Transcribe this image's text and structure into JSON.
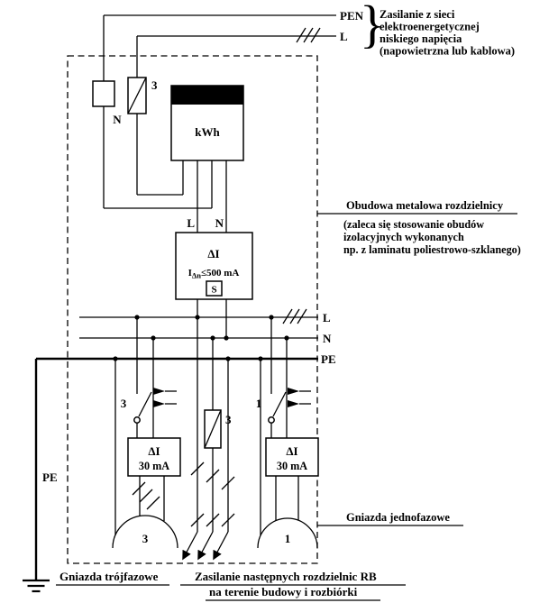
{
  "supply": {
    "pen_label": "PEN",
    "l_label": "L",
    "brace": "}",
    "note_lines": [
      "Zasilanie z sieci",
      "elektroenergetycznej",
      "niskiego napięcia",
      "(napowietrzna lub kablowa)"
    ]
  },
  "incoming": {
    "neutral_link_label": "N",
    "fuse_label": "3"
  },
  "meter": {
    "label": "kWh",
    "out_l_label": "L",
    "out_n_label": "N"
  },
  "main_rcd": {
    "type_label": "ΔI",
    "rating_i": "I",
    "rating_sub": "Δn",
    "rating_rest": "≤500 mA",
    "selective_label": "S"
  },
  "buses": {
    "l_label": "L",
    "n_label": "N",
    "pe_label": "PE"
  },
  "enclosure": {
    "title": "Obudowa metalowa rozdzielnicy",
    "note_lines": [
      "(zaleca się stosowanie obudów",
      "izolacyjnych wykonanych",
      "np. z laminatu poliestrowo-szklanego)"
    ]
  },
  "three_phase_branch": {
    "switch_label": "3",
    "rcd_type": "ΔI",
    "rcd_rating": "30 mA",
    "socket_label": "3"
  },
  "outgoing_branch": {
    "fuse_label": "3"
  },
  "single_phase_branch": {
    "switch_label": "1",
    "rcd_type": "ΔI",
    "rcd_rating": "30 mA",
    "socket_label": "1"
  },
  "earthing": {
    "pe_label": "PE"
  },
  "captions": {
    "three_phase_sockets": "Gniazda trójfazowe",
    "single_phase_sockets": "Gniazda jednofazowe",
    "outgoing_line1": "Zasilanie następnych rozdzielnic RB",
    "outgoing_line2": "na terenie budowy i rozbiórki"
  }
}
